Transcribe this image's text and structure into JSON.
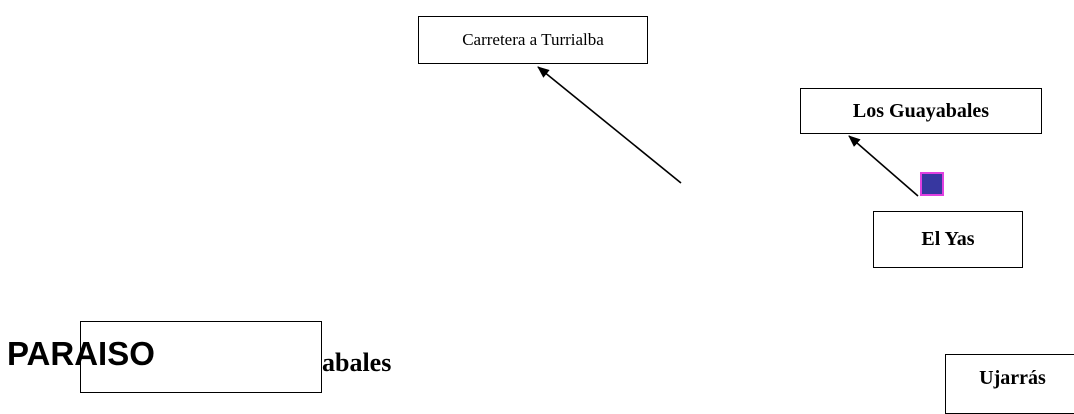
{
  "diagram": {
    "labels": {
      "carretera": "Carretera a Turrialba",
      "guayabales": "Los Guayabales",
      "el_yas": "El Yas",
      "paraiso": "PARAISO",
      "partial_guayabales": "abales",
      "ujarras": "Ujarrás"
    },
    "arrows": [
      {
        "from": "route-point",
        "to": "carretera"
      },
      {
        "from": "el-yas-marker",
        "to": "guayabales"
      }
    ],
    "colors": {
      "stroke": "#000000",
      "marker_fill": "#3737a0",
      "marker_border": "#e040e0"
    }
  }
}
